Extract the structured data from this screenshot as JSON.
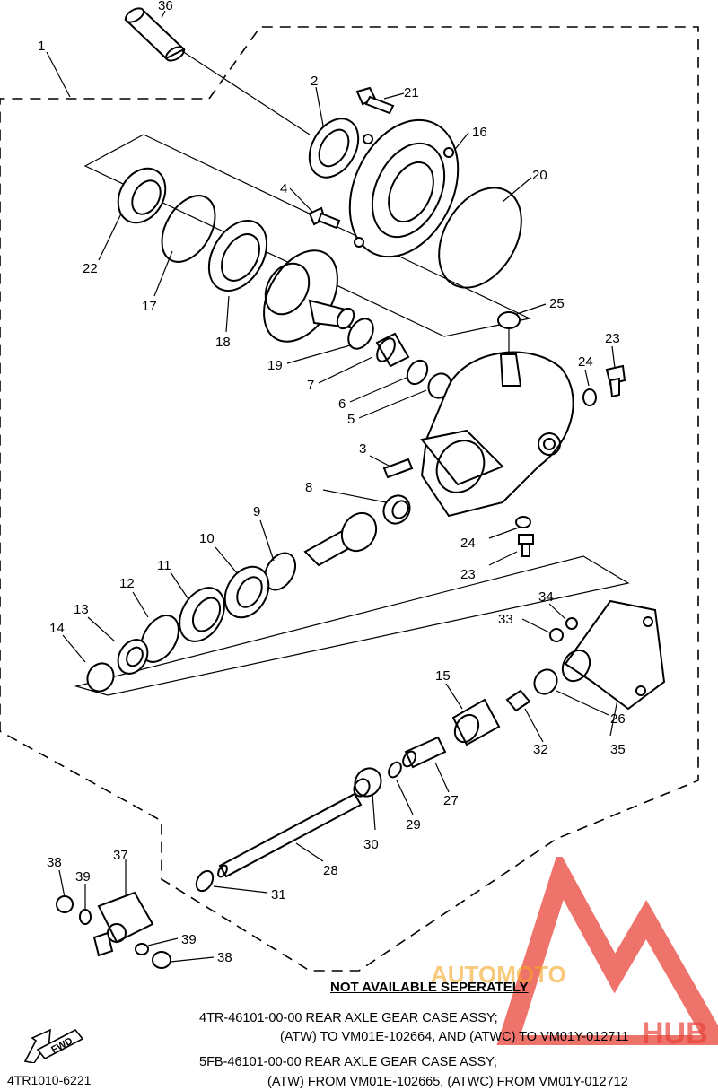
{
  "labels": {
    "p1": "1",
    "p2": "2",
    "p3": "3",
    "p4": "4",
    "p5": "5",
    "p6": "6",
    "p7": "7",
    "p8": "8",
    "p9": "9",
    "p10": "10",
    "p11": "11",
    "p12": "12",
    "p13": "13",
    "p14": "14",
    "p15": "15",
    "p16": "16",
    "p17": "17",
    "p18": "18",
    "p19": "19",
    "p20": "20",
    "p21": "21",
    "p22": "22",
    "p23a": "23",
    "p23b": "23",
    "p24a": "24",
    "p24b": "24",
    "p25": "25",
    "p26": "26",
    "p27": "27",
    "p28": "28",
    "p29": "29",
    "p30": "30",
    "p31": "31",
    "p32": "32",
    "p33": "33",
    "p34": "34",
    "p35": "35",
    "p36": "36",
    "p37": "37",
    "p38a": "38",
    "p38b": "38",
    "p39a": "39",
    "p39b": "39"
  },
  "notes": {
    "not_available": "NOT AVAILABLE SEPERATELY",
    "line1": "4TR-46101-00-00 REAR AXLE GEAR CASE ASSY;",
    "line2": "(ATW) TO VM01E-102664, AND (ATWC) TO VM01Y-012711",
    "line3": "5FB-46101-00-00 REAR AXLE GEAR CASE ASSY;",
    "line4": "(ATW) FROM VM01E-102665, (ATWC) FROM VM01Y-012712",
    "diagram_code": "4TR1010-6221",
    "fwd": "FWD"
  },
  "watermark": {
    "text1": "AUTOMOTO",
    "text2": "HUB",
    "color": "#e8443a",
    "accent": "#f5a623"
  }
}
